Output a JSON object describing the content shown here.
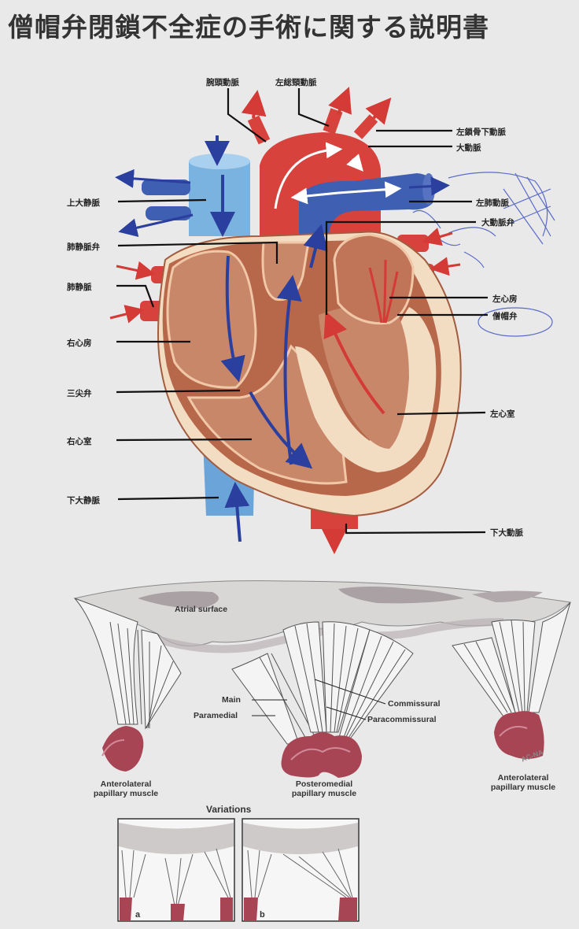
{
  "title": "僧帽弁閉鎖不全症の手術に関する説明書",
  "heart_labels": {
    "brachiocephalic": "腕頭動脈",
    "left_carotid": "左総頸動脈",
    "left_subclavian": "左鎖骨下動脈",
    "aorta": "大動脈",
    "superior_vena_cava": "上大静脈",
    "pulmonary_artery": "左肺動脈",
    "aortic_valve": "大動脈弁",
    "pulmonary_valve": "肺静脈弁",
    "pulmonary_vein": "肺静脈",
    "left_atrium": "左心房",
    "mitral_valve": "僧帽弁",
    "right_atrium": "右心房",
    "tricuspid": "三尖弁",
    "left_ventricle": "左心室",
    "right_ventricle": "右心室",
    "inferior_vena_cava": "下大静脈",
    "descending_aorta": "下大動脈"
  },
  "valve_labels": {
    "atrial_surface": "Atrial surface",
    "main": "Main",
    "paramedial": "Paramedial",
    "commissural": "Commissural",
    "paracommissural": "Paracommissural",
    "anterolateral_left": "Anterolateral\npapillary muscle",
    "posteromedial": "Posteromedial\npapillary muscle",
    "anterolateral_right": "Anterolateral\npapillary muscle",
    "variations": "Variations",
    "panel_a": "a",
    "panel_b": "b",
    "artist_mark": "AC-NA"
  },
  "colors": {
    "artery": "#d8423d",
    "vein": "#3f5fb2",
    "vena_cava": "#7ab2e0",
    "myocardium": "#b8684a",
    "chamber": "#c9876a",
    "fat": "#f2dcc2"
  }
}
